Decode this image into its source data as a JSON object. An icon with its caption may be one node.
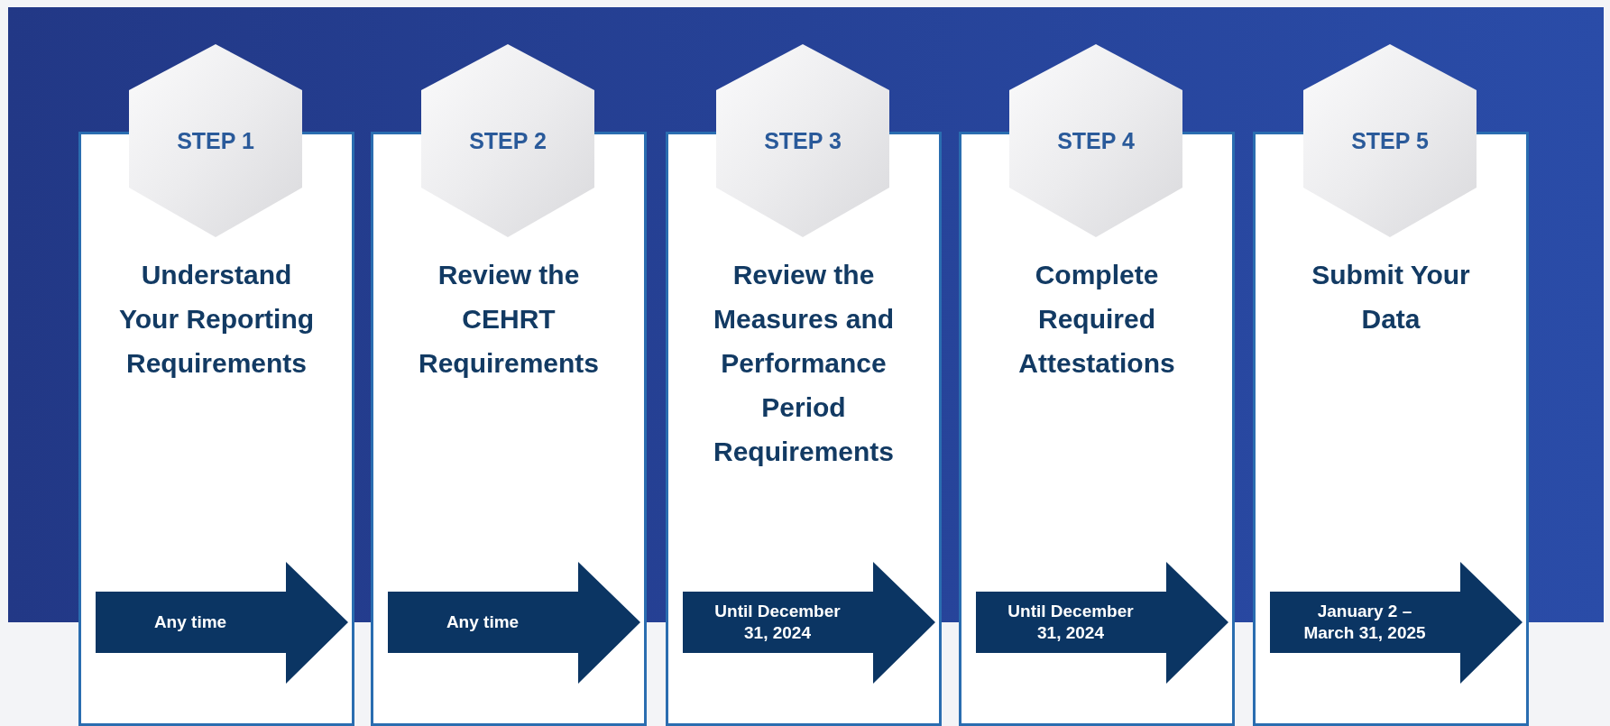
{
  "diagram": {
    "nodes": [
      {
        "text": [
          "Understand Your Reporting Requirements"
        ]
      },
      {
        "text": [
          "STEP 1"
        ]
      },
      {
        "text": [
          "Any time"
        ],
        "in": 0
      },
      {
        "text": [
          "Review the CEHRT Requirements"
        ]
      },
      {
        "text": [
          "STEP 2"
        ]
      },
      {
        "text": [
          "Any time"
        ],
        "in": 3
      },
      {
        "text": [
          "Review the Measures and Performance Period Requirements"
        ]
      },
      {
        "text": [
          "STEP 3"
        ]
      },
      {
        "text": [
          "Until December 31, 2024"
        ],
        "in": 6
      },
      {
        "text": [
          "Complete Required Attestations"
        ]
      },
      {
        "text": [
          "STEP 4"
        ]
      },
      {
        "text": [
          "Until December 31, 2024"
        ],
        "in": 9
      },
      {
        "text": [
          "Submit Your Data"
        ]
      },
      {
        "text": [
          "STEP 5"
        ]
      },
      {
        "text": [
          "January 2 – March 31, 2025"
        ],
        "in": 12
      }
    ]
  }
}
